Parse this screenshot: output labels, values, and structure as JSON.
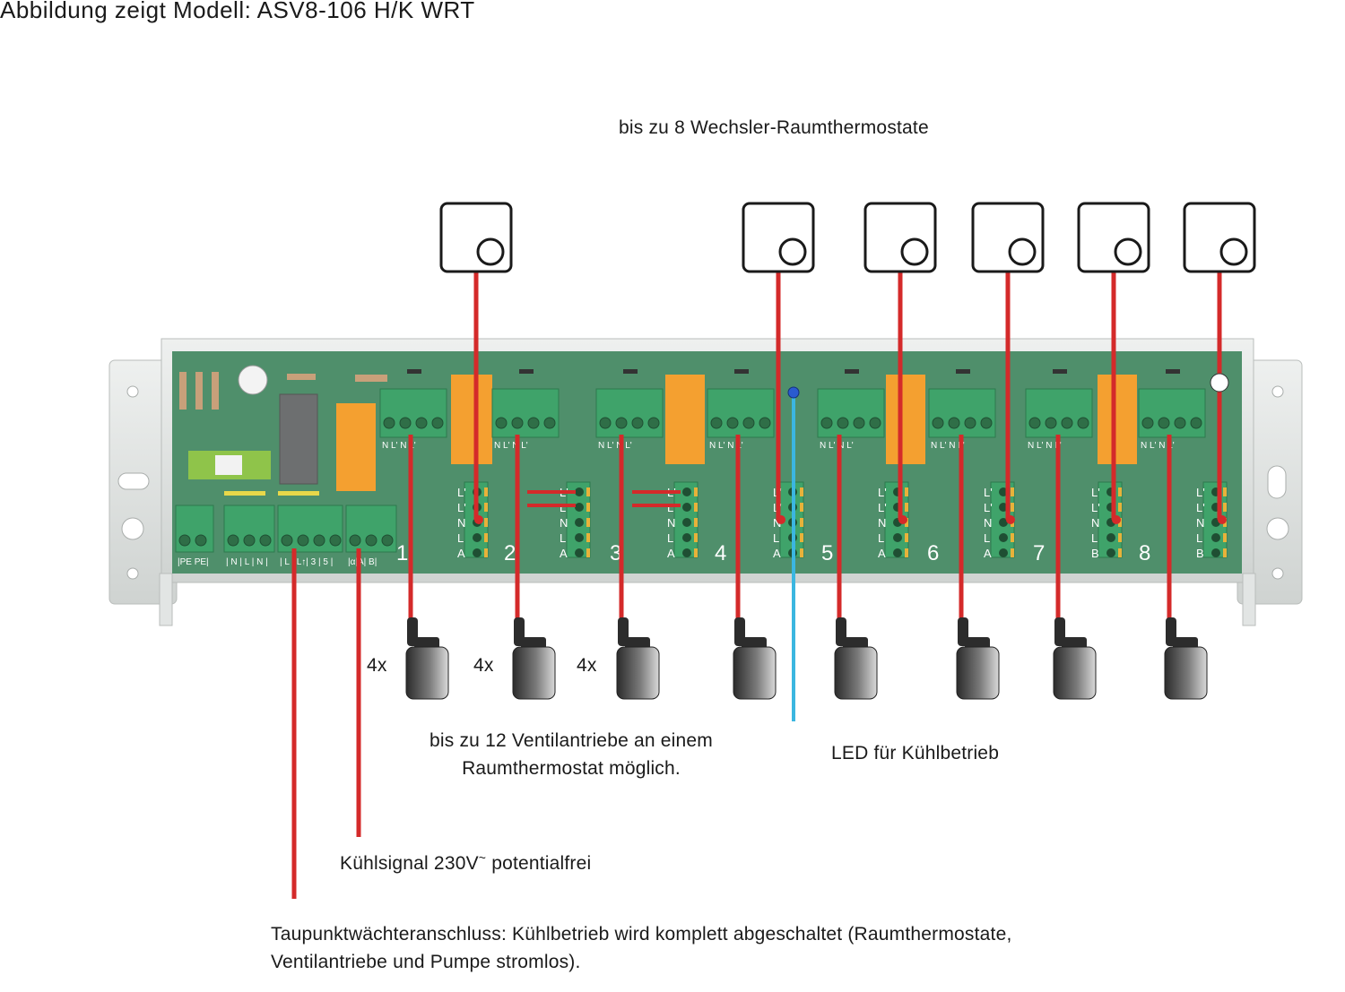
{
  "caption": "Abbildung zeigt Modell: ASV8-106 H/K WRT",
  "labels": {
    "thermostats": "bis zu 8 Wechsler-Raumthermostate",
    "actuators_line1": "bis zu 12 Ventilantriebe an einem",
    "actuators_line2": "Raumthermostat möglich.",
    "led": "LED für Kühlbetrieb",
    "cooling_signal": "Kühlsignal 230V",
    "cooling_signal_sup": "~",
    "cooling_signal_rest": " potentialfrei",
    "dewpoint_line1": "Taupunktwächteranschluss: Kühlbetrieb wird komplett abgeschaltet (Raumthermostate,",
    "dewpoint_line2": "Ventilantriebe und Pumpe stromlos)."
  },
  "multipliers": [
    "4x",
    "4x",
    "4x"
  ],
  "zones": [
    "1",
    "2",
    "3",
    "4",
    "5",
    "6",
    "7",
    "8"
  ],
  "terminal_header": "N L' N L'",
  "zone_terminal_labels": [
    "L'",
    "L'",
    "N",
    "L",
    "A"
  ],
  "zone_terminal_labels_b": [
    "L'",
    "L'",
    "N",
    "L",
    "B"
  ],
  "power_terminal_labels": [
    "|PE PE|",
    "| N | L | N |",
    "| L | L↑| 3 | 5 |",
    "|α|A| B|"
  ],
  "colors": {
    "board": "#4f8f6b",
    "housing": "#dfe2e1",
    "wire_red": "#d42a2a",
    "wire_blue": "#3bb6e0",
    "relay_orange": "#f4a030",
    "terminal_green": "#3fa36a"
  }
}
